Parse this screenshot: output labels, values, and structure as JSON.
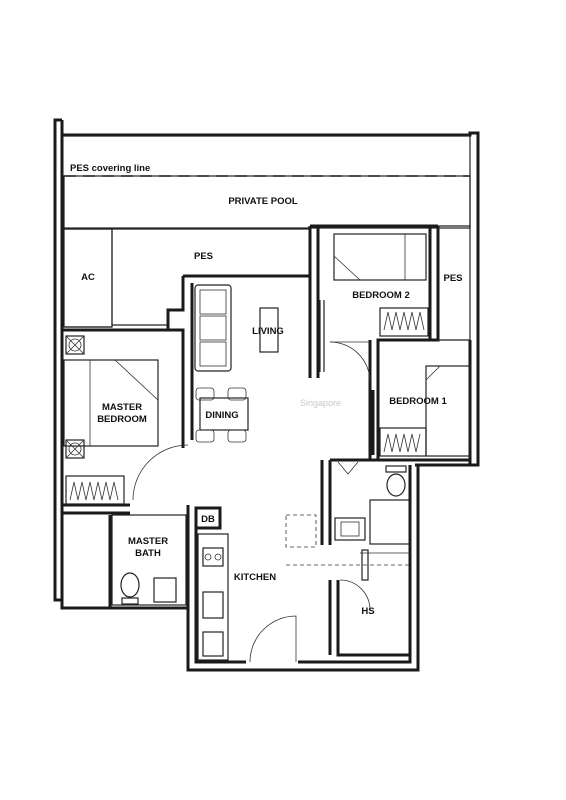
{
  "labels": {
    "pes_covering_line": "PES covering line",
    "private_pool": "PRIVATE POOL",
    "pes_top": "PES",
    "pes_right": "PES",
    "ac": "AC",
    "living": "LIVING",
    "bedroom2": "BEDROOM 2",
    "bedroom1": "BEDROOM 1",
    "master_bedroom_1": "MASTER",
    "master_bedroom_2": "BEDROOM",
    "dining": "DINING",
    "db": "DB",
    "master_bath_1": "MASTER",
    "master_bath_2": "BATH",
    "kitchen": "KITCHEN",
    "hs": "HS"
  },
  "watermark": "Singapore"
}
